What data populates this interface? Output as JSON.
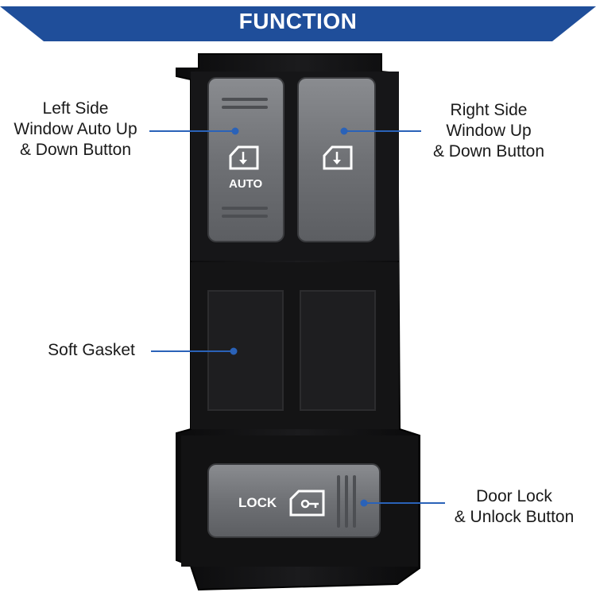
{
  "banner": {
    "title": "FUNCTION",
    "color": "#1f4e9a"
  },
  "callouts": {
    "left_window": {
      "lines": [
        "Left Side",
        "Window Auto Up",
        "& Down Button"
      ]
    },
    "right_window": {
      "lines": [
        "Right Side",
        "Window Up",
        "& Down Button"
      ]
    },
    "gasket": {
      "lines": [
        "Soft Gasket"
      ]
    },
    "door_lock": {
      "lines": [
        "Door Lock",
        "& Unlock Button"
      ]
    },
    "line_color": "#2a62b8"
  },
  "switch": {
    "auto_label": "AUTO",
    "lock_label": "LOCK",
    "icons": [
      "window-icon",
      "window-icon",
      "door-lock-icon"
    ]
  }
}
